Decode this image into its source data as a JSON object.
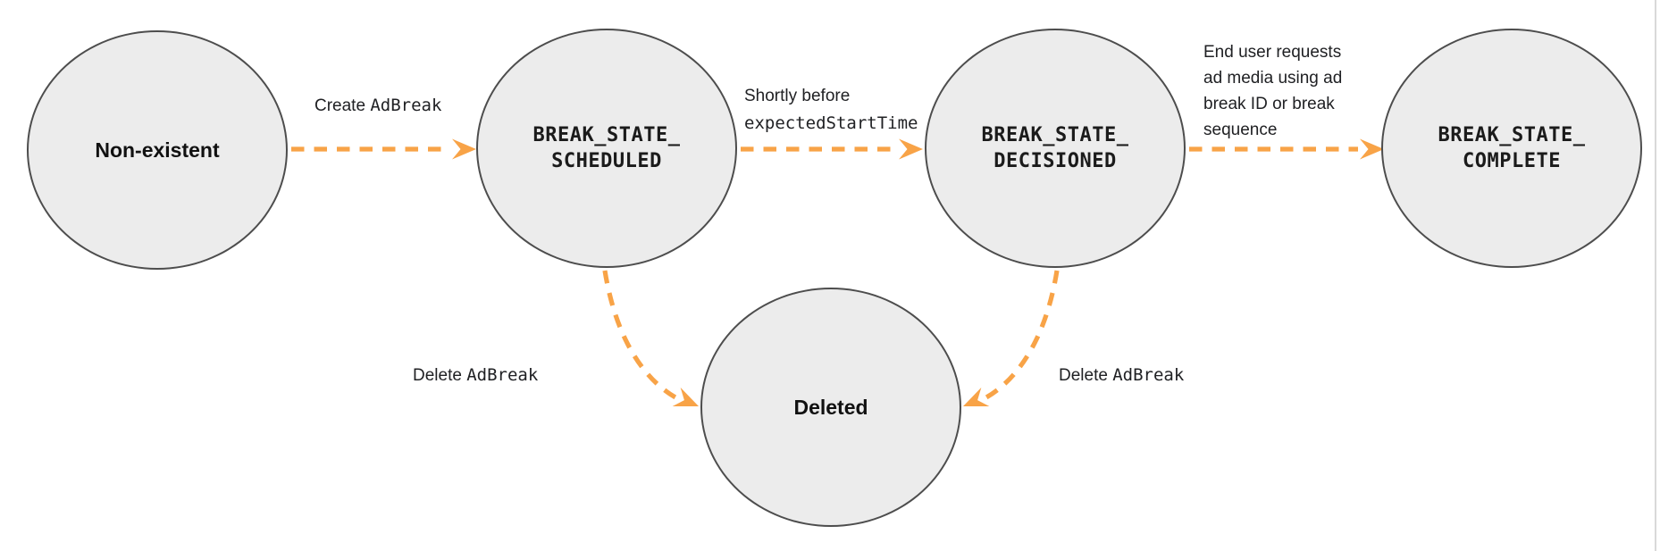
{
  "colors": {
    "background": "#ffffff",
    "node_fill": "#ececec",
    "node_stroke": "#4d4d4d",
    "arrow": "#f8a347",
    "text": "#202124",
    "page_edge": "#d9d9d9"
  },
  "nodes": {
    "non_existent": {
      "label": "Non-existent"
    },
    "scheduled": {
      "line1": "BREAK_STATE_",
      "line2": "SCHEDULED"
    },
    "decisioned": {
      "line1": "BREAK_STATE_",
      "line2": "DECISIONED"
    },
    "complete": {
      "line1": "BREAK_STATE_",
      "line2": "COMPLETE"
    },
    "deleted": {
      "label": "Deleted"
    }
  },
  "edges": {
    "create": {
      "text": "Create ",
      "code": "AdBreak"
    },
    "shortly": {
      "text": "Shortly before",
      "code": "expectedStartTime"
    },
    "end_user": {
      "lines": [
        "End user requests",
        "ad media using ad",
        "break ID or break",
        "sequence"
      ]
    },
    "delete_scheduled": {
      "text": "Delete ",
      "code": "AdBreak"
    },
    "delete_decisioned": {
      "text": "Delete ",
      "code": "AdBreak"
    }
  }
}
